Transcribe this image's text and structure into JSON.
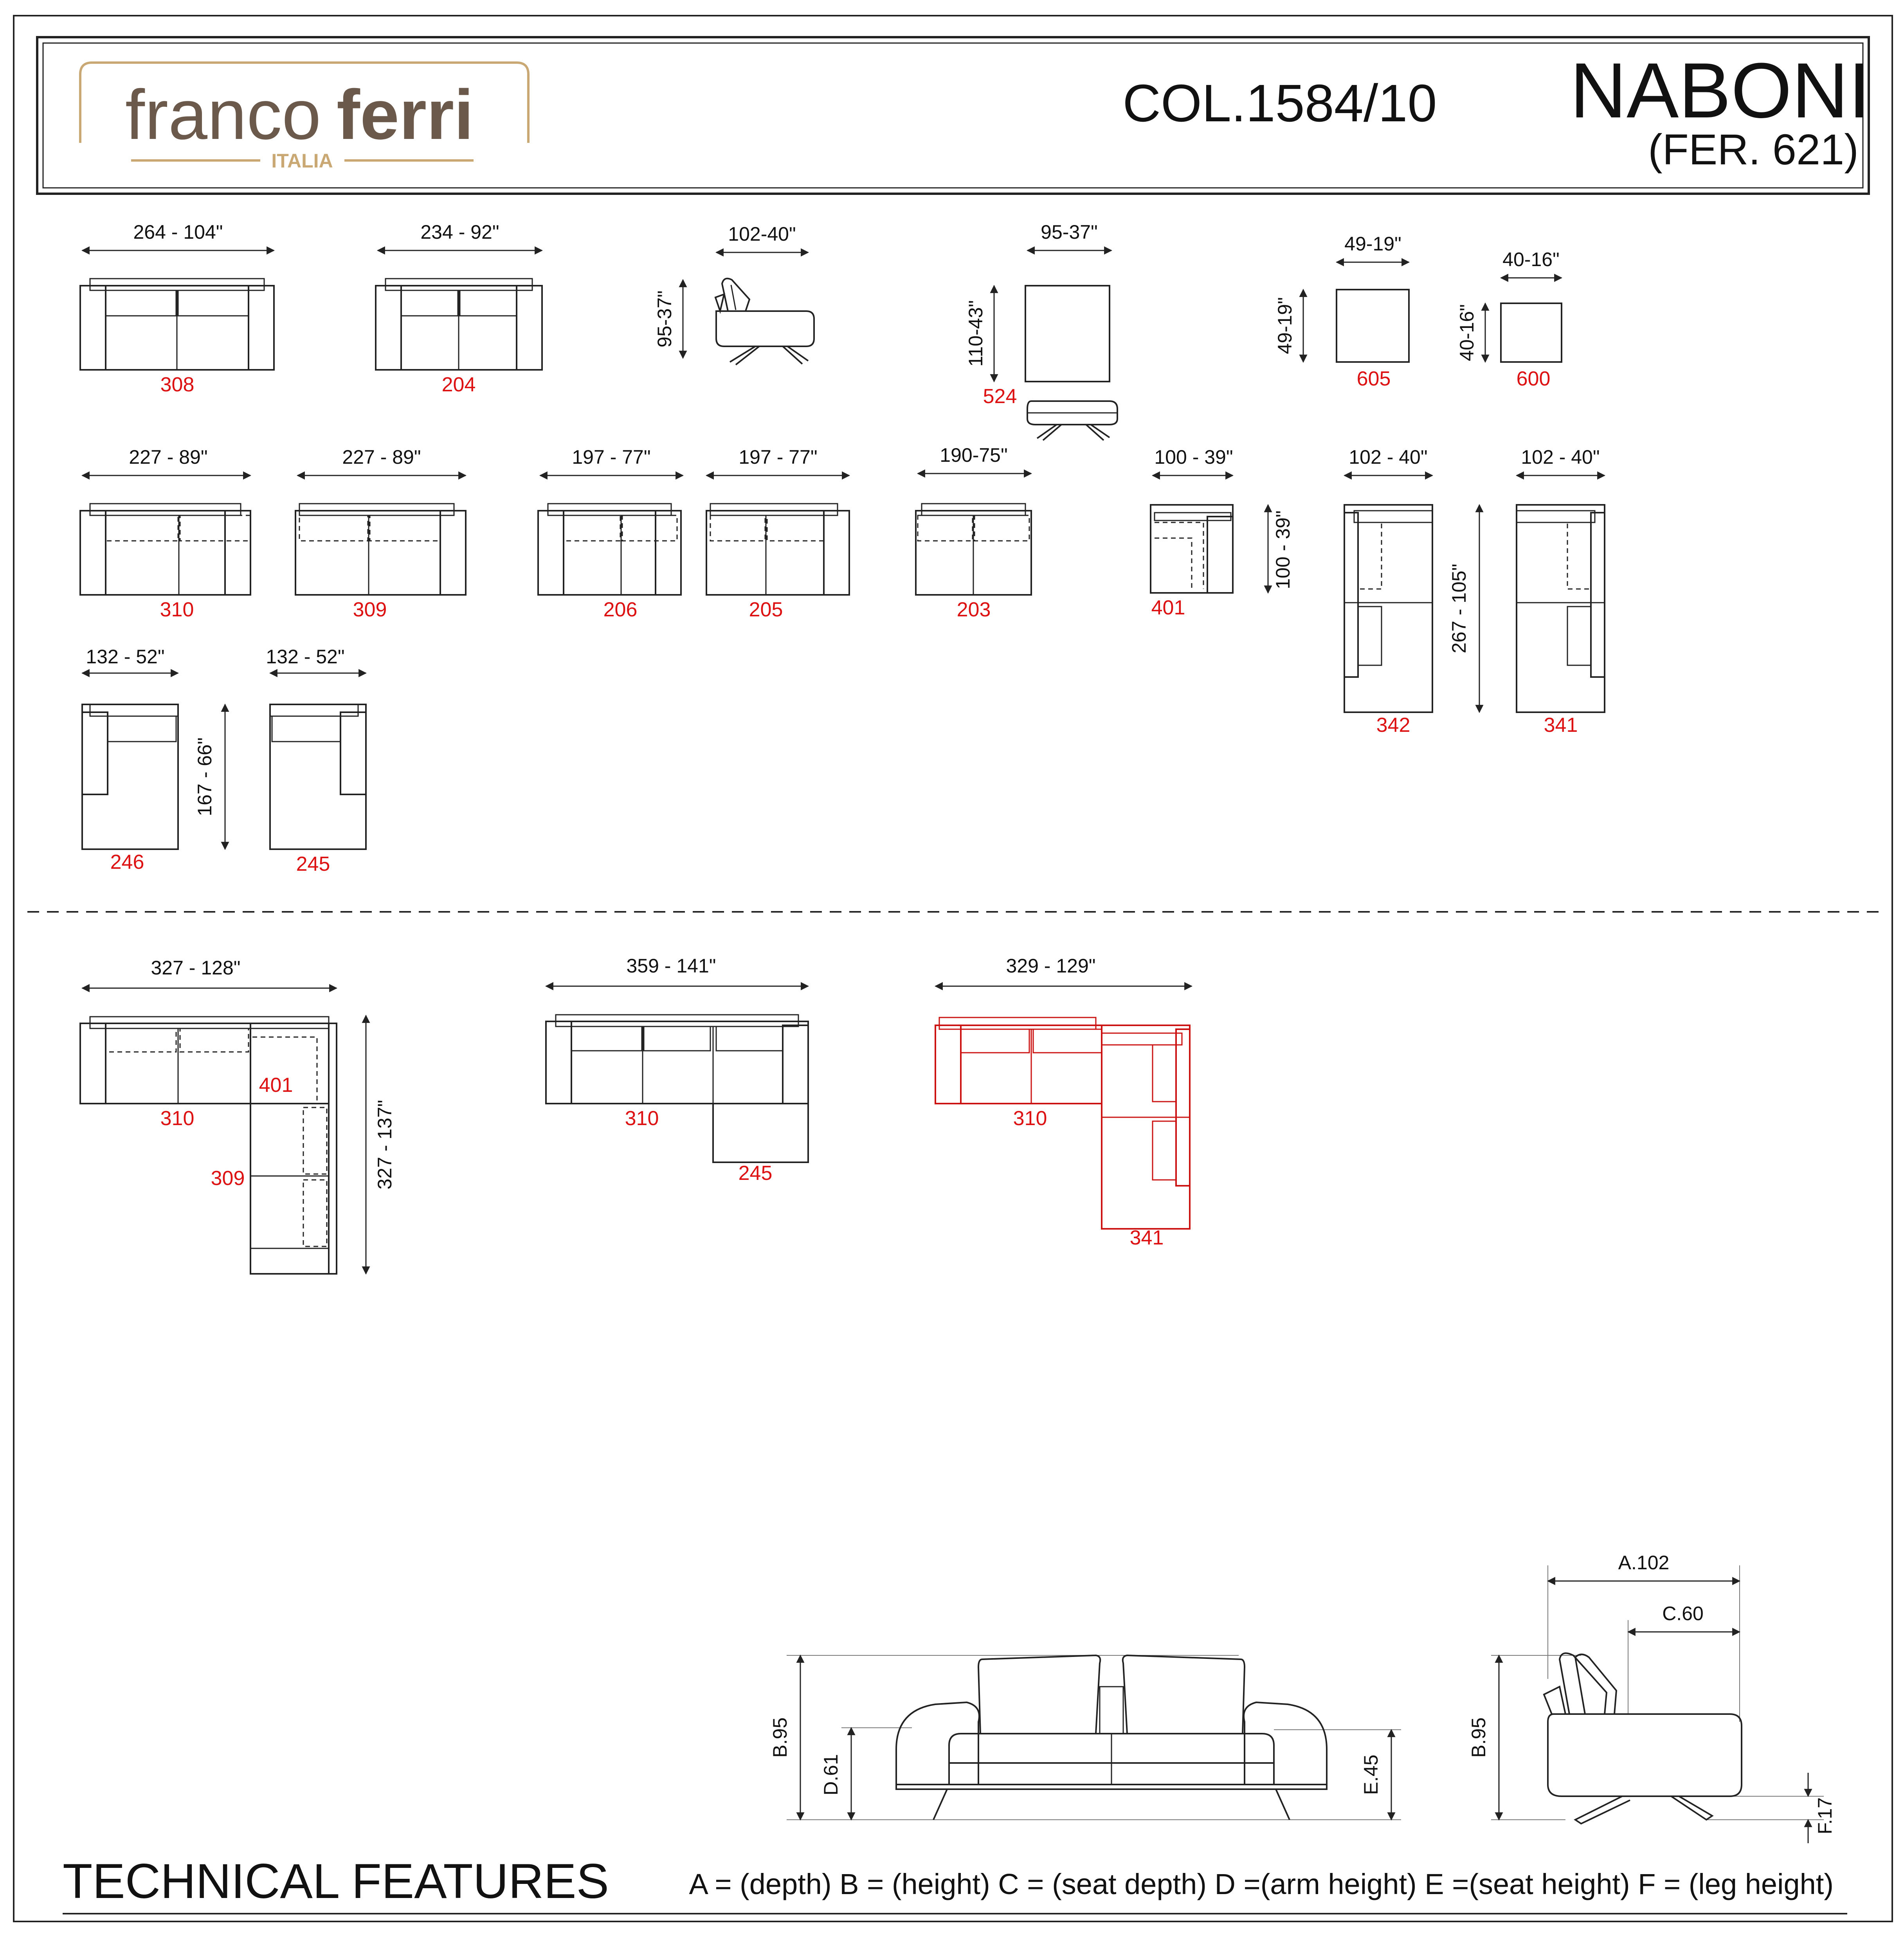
{
  "header": {
    "brand_light": "franco",
    "brand_bold": "ferri",
    "brand_sub": "ITALIA",
    "collection": "COL.1584/10",
    "model": "NABONI",
    "model_ref": "(FER. 621)"
  },
  "modules": {
    "m308": {
      "dim": "264 - 104\"",
      "code": "308"
    },
    "m204": {
      "dim": "234 - 92\"",
      "code": "204"
    },
    "armchair": {
      "width": "102-40\"",
      "height": "95-37\""
    },
    "m524": {
      "width": "95-37\"",
      "depth": "110-43\"",
      "code": "524"
    },
    "m605": {
      "width": "49-19\"",
      "depth": "49-19\"",
      "code": "605"
    },
    "m600": {
      "width": "40-16\"",
      "depth": "40-16\"",
      "code": "600"
    },
    "m310": {
      "dim": "227 - 89\"",
      "code": "310"
    },
    "m309": {
      "dim": "227 - 89\"",
      "code": "309"
    },
    "m206": {
      "dim": "197 - 77\"",
      "code": "206"
    },
    "m205": {
      "dim": "197 - 77\"",
      "code": "205"
    },
    "m203": {
      "dim": "190-75\"",
      "code": "203"
    },
    "m401": {
      "width": "100 - 39\"",
      "depth": "100 - 39\"",
      "code": "401"
    },
    "m342": {
      "width": "102 - 40\"",
      "code": "342"
    },
    "m341": {
      "width": "102 - 40\"",
      "code": "341"
    },
    "chaise_depth": "267 - 105\"",
    "m246": {
      "width": "132 - 52\"",
      "code": "246"
    },
    "m245": {
      "width": "132 - 52\"",
      "code": "245"
    },
    "chaise_small_depth": "167 - 66\""
  },
  "compositions": {
    "c1": {
      "width": "327 - 128\"",
      "depth": "327 - 137\"",
      "codes": [
        "310",
        "401",
        "309"
      ]
    },
    "c2": {
      "width": "359 - 141\"",
      "codes": [
        "310",
        "245"
      ]
    },
    "c3": {
      "width": "329 - 129\"",
      "codes": [
        "310",
        "341"
      ]
    }
  },
  "technical": {
    "front": {
      "B": "B.95",
      "D": "D.61",
      "E": "E.45"
    },
    "side": {
      "A": "A.102",
      "C": "C.60",
      "B": "B.95",
      "F": "F.17"
    },
    "title": "TECHNICAL FEATURES",
    "legend": "A = (depth)  B = (height)  C = (seat depth)  D =(arm height)  E =(seat height)  F = (leg height)"
  },
  "colors": {
    "highlight": "#cc1111",
    "brand_gold": "#b08a5a",
    "brand_brown": "#6b5a4c"
  }
}
